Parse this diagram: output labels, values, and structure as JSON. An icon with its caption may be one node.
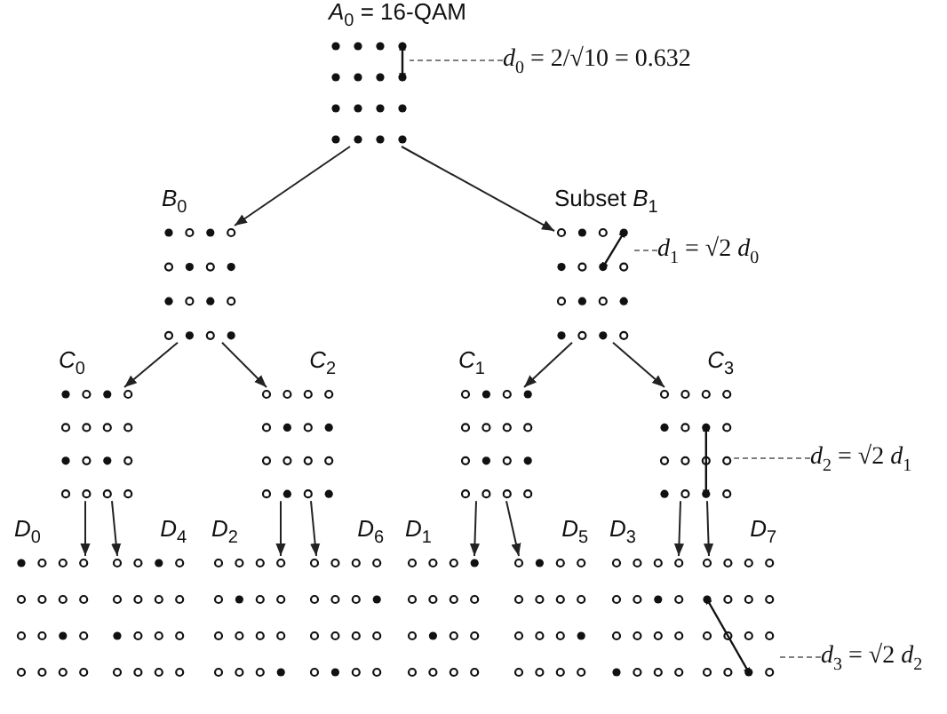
{
  "diagram": {
    "nodes": [
      {
        "text": [
          "*A*$_{0}$ = 16-QAM"
        ]
      },
      {
        "text": [
          "*d*$_{0}$ = 2/√10 = 0.632"
        ]
      },
      {
        "text": [
          "*B*$_{0}$"
        ]
      },
      {
        "text": [
          "Subset *B*$_{1}$"
        ]
      },
      {
        "text": [
          "*d*$_{1}$ = √2 *d*$_{0}$"
        ]
      },
      {
        "text": [
          "*C*$_{0}$"
        ]
      },
      {
        "text": [
          "*C*$_{2}$"
        ]
      },
      {
        "text": [
          "*C*$_{1}$"
        ]
      },
      {
        "text": [
          "*C*$_{3}$"
        ]
      },
      {
        "text": [
          "*d*$_{2}$ = √2 *d*$_{1}$"
        ]
      },
      {
        "text": [
          "*D*$_{0}$"
        ]
      },
      {
        "text": [
          "*D*$_{4}$"
        ]
      },
      {
        "text": [
          "*D*$_{2}$"
        ]
      },
      {
        "text": [
          "*D*$_{6}$"
        ]
      },
      {
        "text": [
          "*D*$_{1}$"
        ]
      },
      {
        "text": [
          "*D*$_{5}$"
        ]
      },
      {
        "text": [
          "*D*$_{3}$"
        ]
      },
      {
        "text": [
          "*D*$_{7}$"
        ]
      },
      {
        "text": [
          "*d*$_{3}$ = √2 *d*$_{2}$"
        ]
      }
    ],
    "edges": [
      {
        "from": 0,
        "to": 2,
        "arrow": "to"
      },
      {
        "from": 0,
        "to": 3,
        "arrow": "to"
      },
      {
        "from": 2,
        "to": 5,
        "arrow": "to"
      },
      {
        "from": 2,
        "to": 6,
        "arrow": "to"
      },
      {
        "from": 3,
        "to": 7,
        "arrow": "to"
      },
      {
        "from": 3,
        "to": 8,
        "arrow": "to"
      },
      {
        "from": 5,
        "to": 10,
        "arrow": "to"
      },
      {
        "from": 5,
        "to": 11,
        "arrow": "to"
      },
      {
        "from": 6,
        "to": 12,
        "arrow": "to"
      },
      {
        "from": 6,
        "to": 13,
        "arrow": "to"
      },
      {
        "from": 7,
        "to": 14,
        "arrow": "to"
      },
      {
        "from": 7,
        "to": 15,
        "arrow": "to"
      },
      {
        "from": 8,
        "to": 16,
        "arrow": "to"
      },
      {
        "from": 8,
        "to": 17,
        "arrow": "to"
      },
      {
        "from": 1,
        "to": 0,
        "arrow": "none",
        "style": "dashed"
      },
      {
        "from": 4,
        "to": 3,
        "arrow": "none",
        "style": "dashed"
      },
      {
        "from": 9,
        "to": 8,
        "arrow": "none",
        "style": "dashed"
      },
      {
        "from": 18,
        "to": 17,
        "arrow": "none",
        "style": "dashed"
      }
    ]
  }
}
